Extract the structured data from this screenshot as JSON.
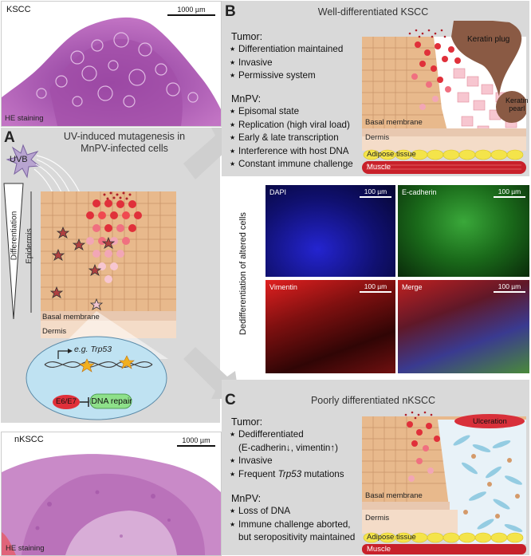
{
  "top_image": {
    "label": "KSCC",
    "scale": "1000 µm",
    "staining": "HE staining"
  },
  "bottom_image": {
    "label": "nKSCC",
    "scale": "1000 µm",
    "staining": "HE staining"
  },
  "panel_a": {
    "letter": "A",
    "title_line1": "UV-induced mutagenesis in",
    "title_line2": "MnPV-infected cells",
    "uvb": "UVB",
    "differentiation": "Differentiation",
    "epidermis": "Epidermis",
    "basal_membrane": "Basal membrane",
    "dermis": "Dermis",
    "gene_prefix": "e.g.",
    "gene": "Trp53",
    "oncogene": "E6/E7",
    "dna_repair": "DNA repair"
  },
  "panel_b": {
    "letter": "B",
    "title": "Well-differentiated KSCC",
    "tumor_heading": "Tumor:",
    "tumor_items": [
      "Differentiation maintained",
      "Invasive",
      "Permissive system"
    ],
    "mnpv_heading": "MnPV:",
    "mnpv_items": [
      "Episomal state",
      "Replication (high viral load)",
      "Early & late transcription",
      "Interference with host DNA",
      "Constant immune challenge"
    ],
    "keratin_plug": "Keratin plug",
    "keratin_pearl_1": "Keratin",
    "keratin_pearl_2": "pearl",
    "basal_membrane": "Basal membrane",
    "dermis": "Dermis",
    "adipose": "Adipose tissue",
    "muscle": "Muscle"
  },
  "middle": {
    "vertical_label": "Dedifferentiation of altered cells",
    "panels": [
      {
        "label": "DAPI",
        "scale": "100 µm",
        "color": "#1a1acc"
      },
      {
        "label": "E-cadherin",
        "scale": "100 µm",
        "color": "#1f8f1f"
      },
      {
        "label": "Vimentin",
        "scale": "100 µm",
        "color": "#b01010"
      },
      {
        "label": "Merge",
        "scale": "100 µm",
        "color": "#7a2a3a"
      }
    ]
  },
  "panel_c": {
    "letter": "C",
    "title": "Poorly differentiated nKSCC",
    "tumor_heading": "Tumor:",
    "item1": "Dedifferentiated",
    "item1_cont": "(E-cadherin↓, vimentin↑)",
    "item2": "Invasive",
    "item3_pre": "Frequent ",
    "item3_gene": "Trp53",
    "item3_post": " mutations",
    "mnpv_heading": "MnPV:",
    "mnpv_item1": "Loss of DNA",
    "mnpv_item2": "Immune challenge aborted,",
    "mnpv_item2_cont": "but seropositivity maintained",
    "ulceration": "Ulceration",
    "basal_membrane": "Basal membrane",
    "dermis": "Dermis",
    "adipose": "Adipose tissue",
    "muscle": "Muscle"
  },
  "colors": {
    "panel_gray": "#d9d9d9",
    "cell_tan": "#e8b98c",
    "cell_red": "#e0303a",
    "cell_pink": "#f2a6b6",
    "keratin": "#8a5a44",
    "adipose": "#f4e44a",
    "muscle": "#c8202a"
  }
}
